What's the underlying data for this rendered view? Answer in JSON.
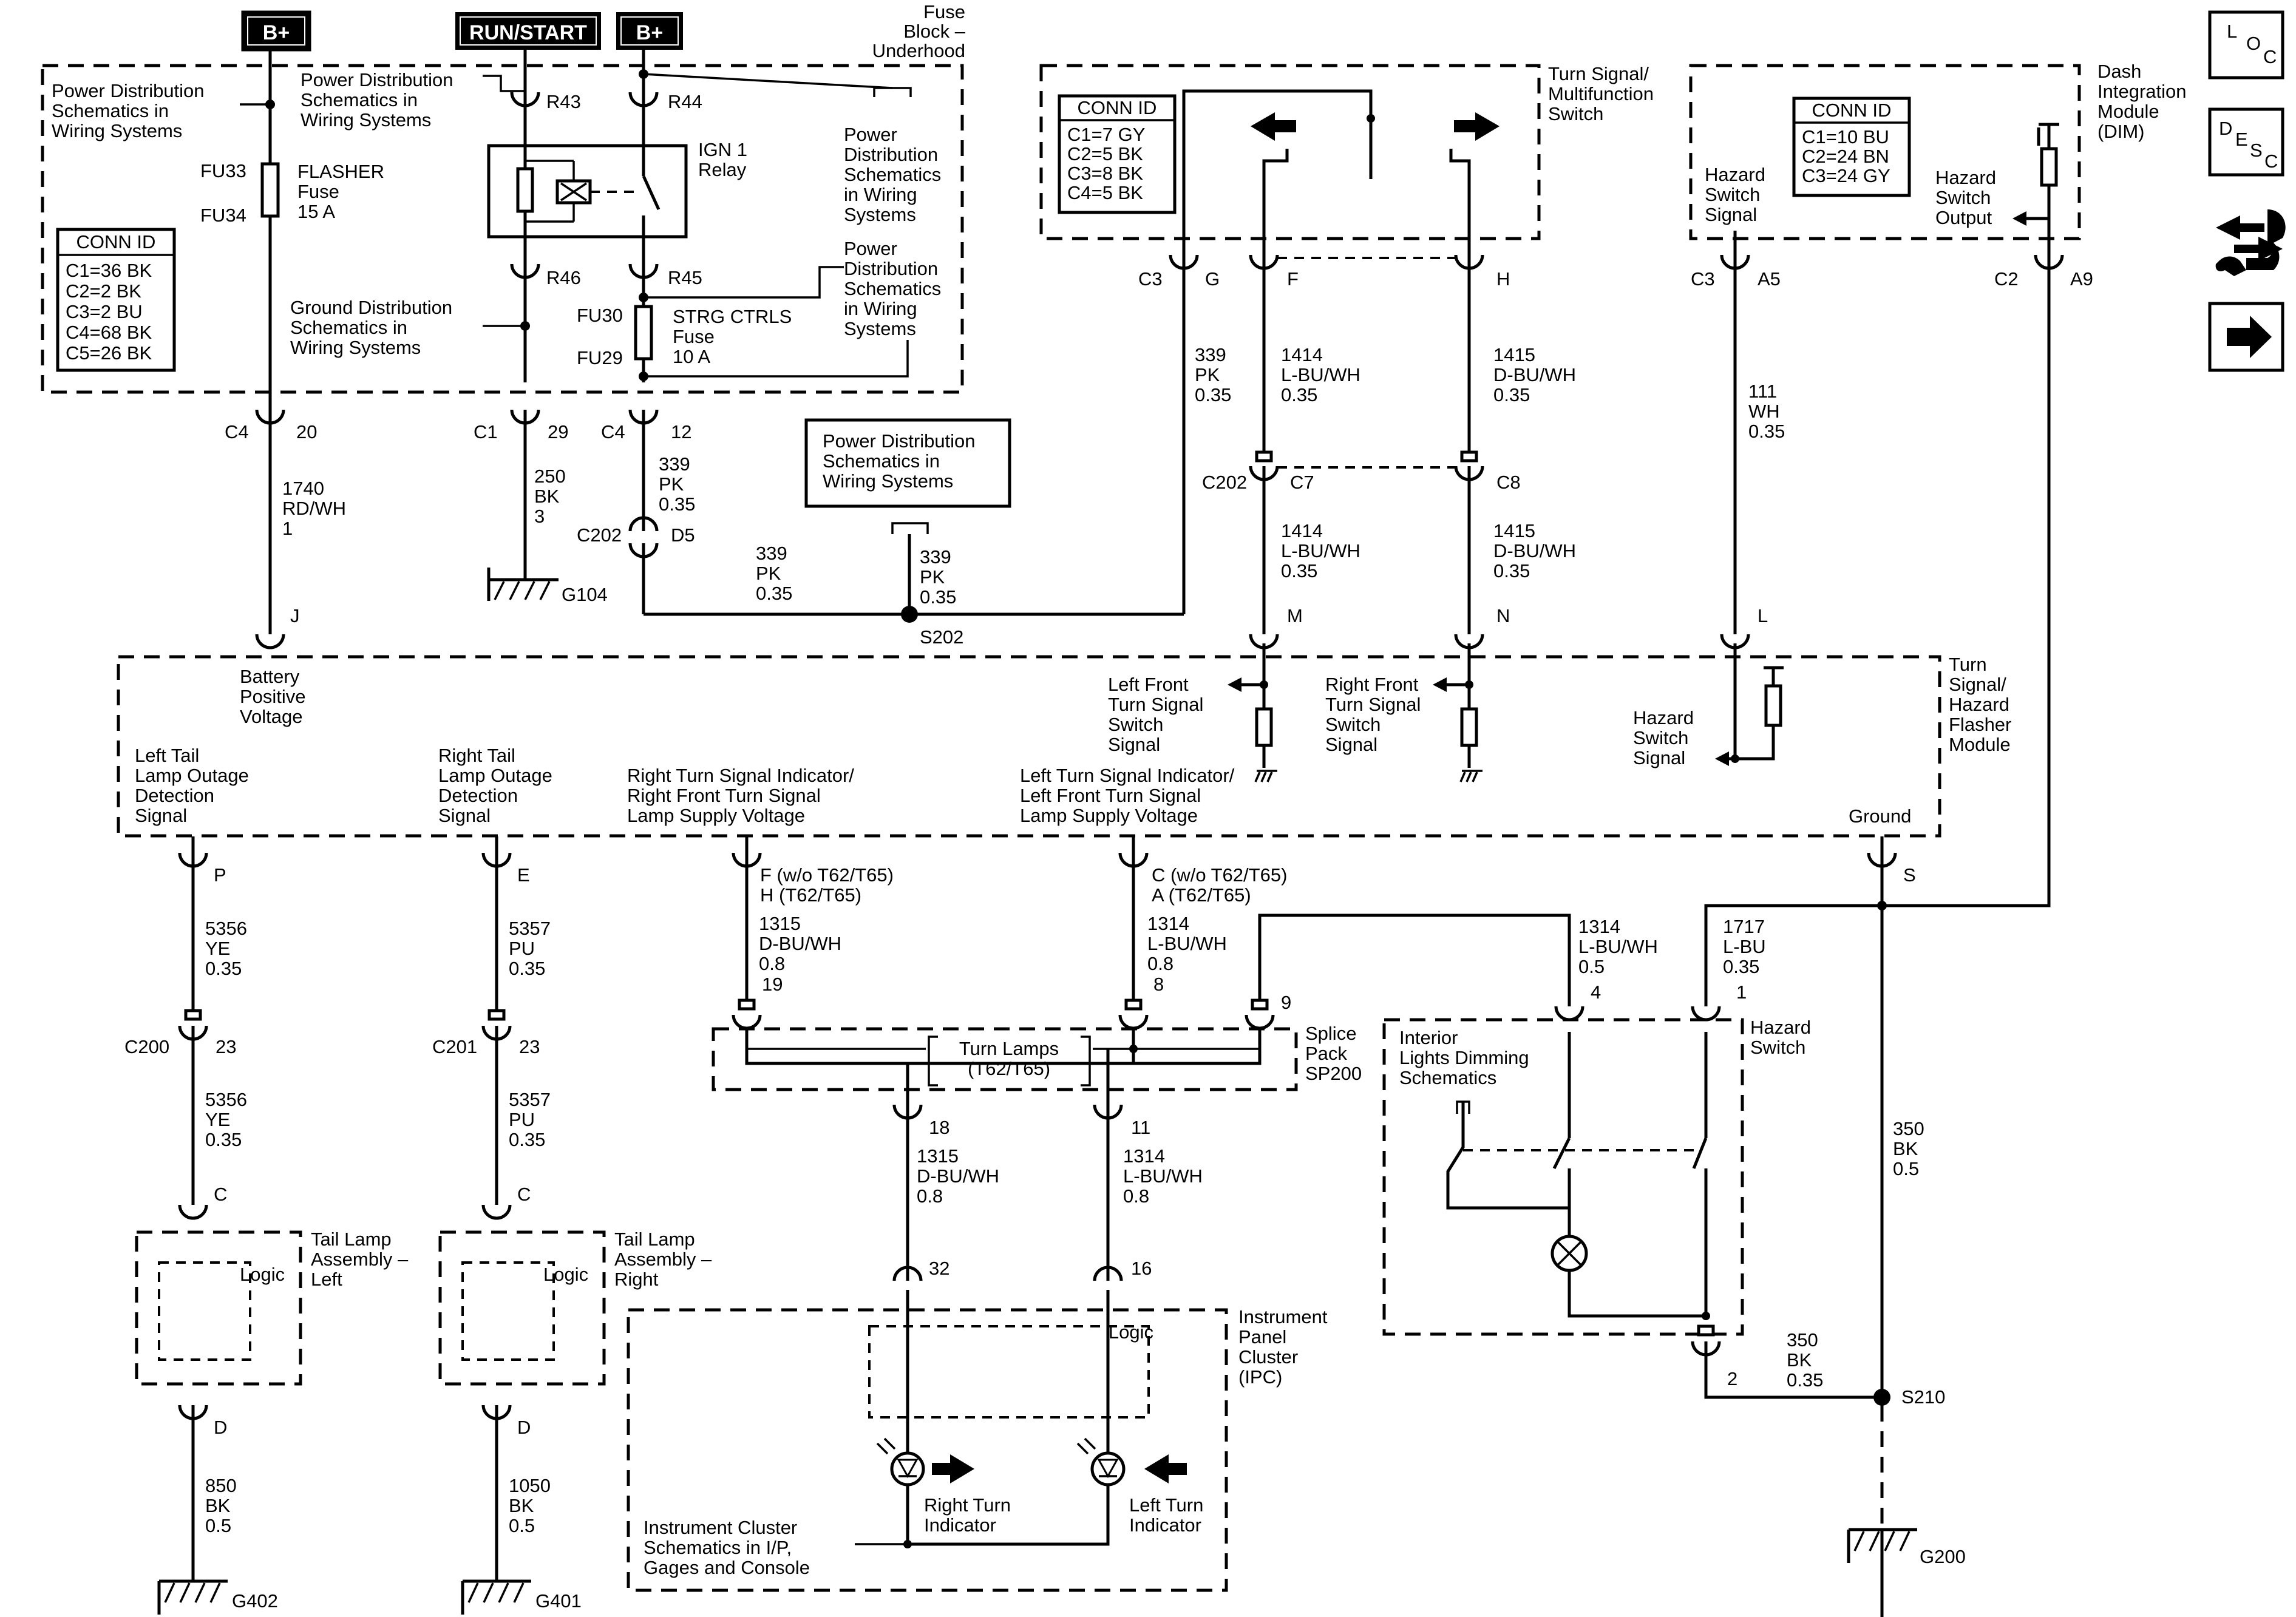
{
  "power": {
    "b_plus": "B+",
    "run_start": "RUN/START",
    "b_plus_2": "B+"
  },
  "fuse_block": {
    "title": [
      "Fuse",
      "Block –",
      "Underhood"
    ]
  },
  "pds_ref": [
    "Power Distribution",
    "Schematics in",
    "Wiring Systems"
  ],
  "pds_ref_2": [
    "Power Distribution",
    "Schematics in",
    "Wiring Systems"
  ],
  "pds_ref_3": [
    "Power",
    "Distribution",
    "Schematics",
    "in Wiring",
    "Systems"
  ],
  "pds_ref_4": [
    "Power",
    "Distribution",
    "Schematics",
    "in Wiring",
    "Systems"
  ],
  "pds_ref_5": [
    "Power Distribution",
    "Schematics in",
    "Wiring Systems"
  ],
  "gds_ref": [
    "Ground Distribution",
    "Schematics in",
    "Wiring Systems"
  ],
  "flasher": {
    "id_top": "FU33",
    "id_bottom": "FU34",
    "label": [
      "FLASHER",
      "Fuse",
      "15 A"
    ]
  },
  "strg": {
    "id_top": "FU30",
    "id_bottom": "FU29",
    "label": [
      "STRG CTRLS",
      "Fuse",
      "10 A"
    ]
  },
  "relay": {
    "label": [
      "IGN 1",
      "Relay"
    ],
    "r43": "R43",
    "r44": "R44",
    "r45": "R45",
    "r46": "R46"
  },
  "conn_fuse": {
    "title": "CONN ID",
    "rows": [
      "C1=36 BK",
      "C2=2 BK",
      "C3=2 BU",
      "C4=68 BK",
      "C5=26 BK"
    ]
  },
  "conn_ts": {
    "title": "CONN ID",
    "rows": [
      "C1=7 GY",
      "C2=5 BK",
      "C3=8 BK",
      "C4=5 BK"
    ]
  },
  "conn_dim": {
    "title": "CONN ID",
    "rows": [
      "C1=10 BU",
      "C2=24 BN",
      "C3=24 GY"
    ]
  },
  "ts_switch": {
    "title": [
      "Turn Signal/",
      "Multifunction",
      "Switch"
    ]
  },
  "dim": {
    "title": [
      "Dash",
      "Integration",
      "Module",
      "(DIM)"
    ],
    "hazard_signal": [
      "Hazard",
      "Switch",
      "Signal"
    ],
    "hazard_output": [
      "Hazard",
      "Switch",
      "Output"
    ]
  },
  "wires": {
    "w1740": [
      "1740",
      "RD/WH",
      "1"
    ],
    "w250": [
      "250",
      "BK",
      "3"
    ],
    "w339a": [
      "339",
      "PK",
      "0.35"
    ],
    "w339b": [
      "339",
      "PK",
      "0.35"
    ],
    "w339c": [
      "339",
      "PK",
      "0.35"
    ],
    "w339d": [
      "339",
      "PK",
      "0.35"
    ],
    "w1414a": [
      "1414",
      "L-BU/WH",
      "0.35"
    ],
    "w1415a": [
      "1415",
      "D-BU/WH",
      "0.35"
    ],
    "w1414b": [
      "1414",
      "L-BU/WH",
      "0.35"
    ],
    "w1415b": [
      "1415",
      "D-BU/WH",
      "0.35"
    ],
    "w111": [
      "111",
      "WH",
      "0.35"
    ],
    "w5356a": [
      "5356",
      "YE",
      "0.35"
    ],
    "w5356b": [
      "5356",
      "YE",
      "0.35"
    ],
    "w5357a": [
      "5357",
      "PU",
      "0.35"
    ],
    "w5357b": [
      "5357",
      "PU",
      "0.35"
    ],
    "w1315a": [
      "1315",
      "D-BU/WH",
      "0.8"
    ],
    "w1314a": [
      "1314",
      "L-BU/WH",
      "0.8"
    ],
    "w1314c": [
      "1314",
      "L-BU/WH",
      "0.5"
    ],
    "w1717": [
      "1717",
      "L-BU",
      "0.35"
    ],
    "w1315b": [
      "1315",
      "D-BU/WH",
      "0.8"
    ],
    "w1314b": [
      "1314",
      "L-BU/WH",
      "0.8"
    ],
    "w850": [
      "850",
      "BK",
      "0.5"
    ],
    "w1050": [
      "1050",
      "BK",
      "0.5"
    ],
    "w350a": [
      "350",
      "BK",
      "0.5"
    ],
    "w350b": [
      "350",
      "BK",
      "0.35"
    ]
  },
  "connectors": {
    "c4": "C4",
    "p20": "20",
    "c1": "C1",
    "p29": "29",
    "c4b": "C4",
    "p12": "12",
    "c202": "C202",
    "d5": "D5",
    "c3": "C3",
    "g": "G",
    "f": "F",
    "h": "H",
    "c202b": "C202",
    "c7": "C7",
    "c8": "C8",
    "c3b": "C3",
    "a5": "A5",
    "c2": "C2",
    "a9": "A9",
    "j": "J",
    "m": "M",
    "n": "N",
    "l": "L",
    "p": "P",
    "e": "E",
    "fpin": [
      "F (w/o T62/T65)",
      "H (T62/T65)"
    ],
    "cpin": [
      "C (w/o T62/T65)",
      "A (T62/T65)"
    ],
    "s": "S",
    "p19": "19",
    "p8": "8",
    "p9": "9",
    "p4": "4",
    "p1": "1",
    "c200": "C200",
    "p23a": "23",
    "c201": "C201",
    "p23b": "23",
    "p18": "18",
    "p11": "11",
    "pc1": "C",
    "pc2": "C",
    "p32": "32",
    "p16": "16",
    "pd1": "D",
    "pd2": "D",
    "p2": "2"
  },
  "splices": {
    "s202": "S202",
    "s210": "S210"
  },
  "grounds": {
    "g104": "G104",
    "g402": "G402",
    "g401": "G401",
    "g200": "G200"
  },
  "flasher_module": {
    "title": [
      "Turn",
      "Signal/",
      "Hazard",
      "Flasher",
      "Module"
    ],
    "battery": [
      "Battery",
      "Positive",
      "Voltage"
    ],
    "lf_switch": [
      "Left Front",
      "Turn Signal",
      "Switch",
      "Signal"
    ],
    "rf_switch": [
      "Right Front",
      "Turn Signal",
      "Switch",
      "Signal"
    ],
    "hazard": [
      "Hazard",
      "Switch",
      "Signal"
    ],
    "left_tail": [
      "Left Tail",
      "Lamp Outage",
      "Detection",
      "Signal"
    ],
    "right_tail": [
      "Right Tail",
      "Lamp Outage",
      "Detection",
      "Signal"
    ],
    "rt_indicator": [
      "Right Turn Signal Indicator/",
      "Right Front Turn Signal",
      "Lamp Supply Voltage"
    ],
    "lt_indicator": [
      "Left Turn Signal Indicator/",
      "Left Front Turn Signal",
      "Lamp Supply Voltage"
    ],
    "ground": "Ground"
  },
  "splice_pack": {
    "title": [
      "Splice",
      "Pack",
      "SP200"
    ],
    "turn_lamps": [
      "Turn Lamps",
      "(T62/T65)"
    ]
  },
  "hazard_switch": {
    "title": [
      "Hazard",
      "Switch"
    ],
    "dimming": [
      "Interior",
      "Lights Dimming",
      "Schematics"
    ]
  },
  "tail_left": {
    "title": [
      "Tail Lamp",
      "Assembly –",
      "Left"
    ],
    "logic": "Logic"
  },
  "tail_right": {
    "title": [
      "Tail Lamp",
      "Assembly –",
      "Right"
    ],
    "logic": "Logic"
  },
  "ipc": {
    "title": [
      "Instrument",
      "Panel",
      "Cluster",
      "(IPC)"
    ],
    "logic": "Logic",
    "right_turn": [
      "Right Turn",
      "Indicator"
    ],
    "left_turn": [
      "Left Turn",
      "Indicator"
    ],
    "ref": [
      "Instrument Cluster",
      "Schematics in I/P,",
      "Gages and Console"
    ]
  },
  "nav": {
    "loc": [
      "L",
      "O",
      "C"
    ],
    "desc": [
      "D",
      "E",
      "S",
      "C"
    ]
  }
}
